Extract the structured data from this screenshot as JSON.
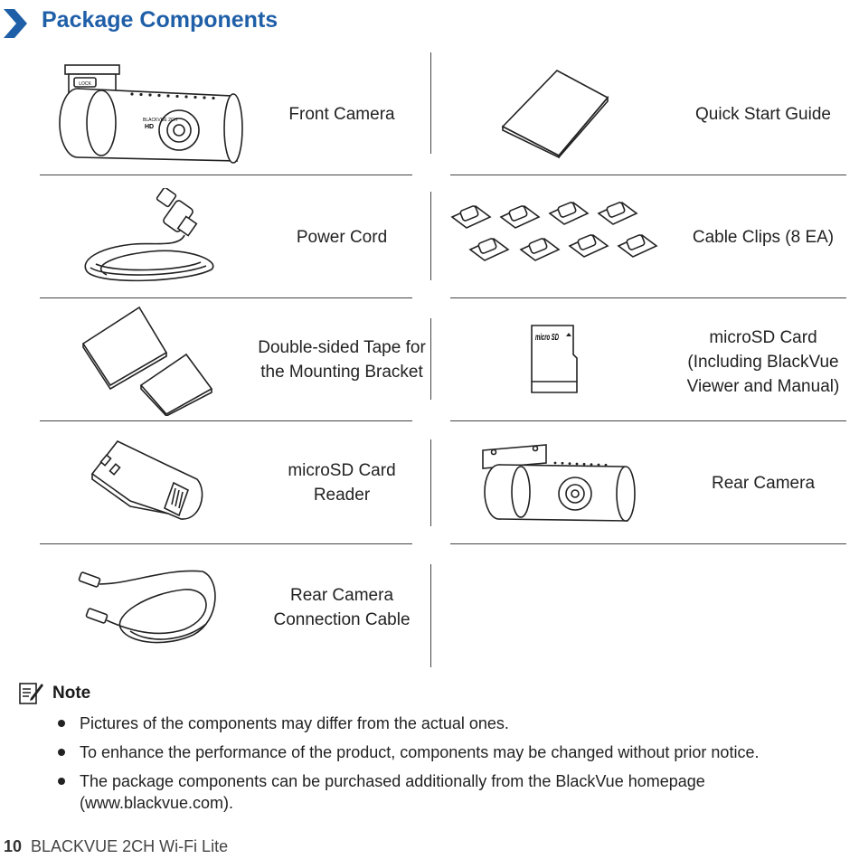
{
  "page": {
    "heading": "Package Components",
    "brand_color": "#1f5fa8"
  },
  "components": [
    {
      "label": "Front Camera",
      "icon": "front-camera-icon"
    },
    {
      "label": "Quick Start Guide",
      "icon": "booklet-icon"
    },
    {
      "label": "Power Cord",
      "icon": "power-cord-icon"
    },
    {
      "label": "Cable Clips (8 EA)",
      "icon": "cable-clips-icon"
    },
    {
      "label": "Double-sided Tape for the Mounting Bracket",
      "icon": "tape-icon"
    },
    {
      "label": "microSD Card (Including BlackVue Viewer and Manual)",
      "icon": "microsd-card-icon"
    },
    {
      "label": "microSD Card Reader",
      "icon": "card-reader-icon"
    },
    {
      "label": "Rear Camera",
      "icon": "rear-camera-icon"
    },
    {
      "label": "Rear Camera Connection Cable",
      "icon": "connection-cable-icon"
    }
  ],
  "illustration_text": {
    "lock_label": "LOCK",
    "camera_brand": "BLACKVUE 2CH",
    "camera_hd": "HD",
    "sd_logo": "micro SD"
  },
  "note": {
    "title": "Note",
    "items": [
      "Pictures of the components may differ from the actual ones.",
      "To enhance the performance of the product, components may be changed without prior notice.",
      "The package components can be purchased additionally from the BlackVue homepage (www.blackvue.com)."
    ]
  },
  "footer": {
    "page_number": "10",
    "doc_title": "BLACKVUE 2CH Wi-Fi Lite"
  }
}
